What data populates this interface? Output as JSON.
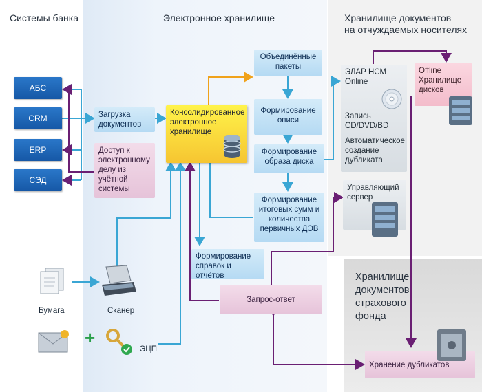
{
  "headers": {
    "bank_systems": "Системы банка",
    "e_storage": "Электронное хранилище",
    "alien_storage": [
      "Хранилище документов",
      "на отчуждаемых носителях"
    ],
    "insurance_storage": [
      "Хранилище",
      "документов",
      "страхового",
      "фонда"
    ]
  },
  "bank_systems": [
    "АБС",
    "CRM",
    "ERP",
    "СЭД"
  ],
  "boxes": {
    "load_docs": "Загрузка документов",
    "access": "Доступ к электронному делу из учётной системы",
    "consolidated": "Консолидированное электронное хранилище",
    "united_packets": "Объединённые пакеты",
    "inventory": "Формирование описи",
    "disk_image": "Формирование образа диска",
    "totals": "Формирование итоговых сумм и количества первичных ДЭВ",
    "reports": "Формирование справок и отчётов",
    "request": "Запрос-ответ",
    "elar_title": "ЭЛАР НСМ Online",
    "elar_write": "Запись CD/DVD/BD",
    "elar_auto": "Автоматическое создание дубликата",
    "mgmt_server": "Управляющий сервер",
    "offline": "Offline Хранилище дисков",
    "duplicates": "Хранение дубликатов"
  },
  "labels": {
    "paper": "Бумага",
    "scanner": "Сканер",
    "eds": "ЭЦП",
    "plus": "+"
  },
  "colors": {
    "teal": "#3aa6d4",
    "purple": "#6a1f73",
    "orange": "#f0a21a",
    "sys_blue": "#1e66b8"
  }
}
